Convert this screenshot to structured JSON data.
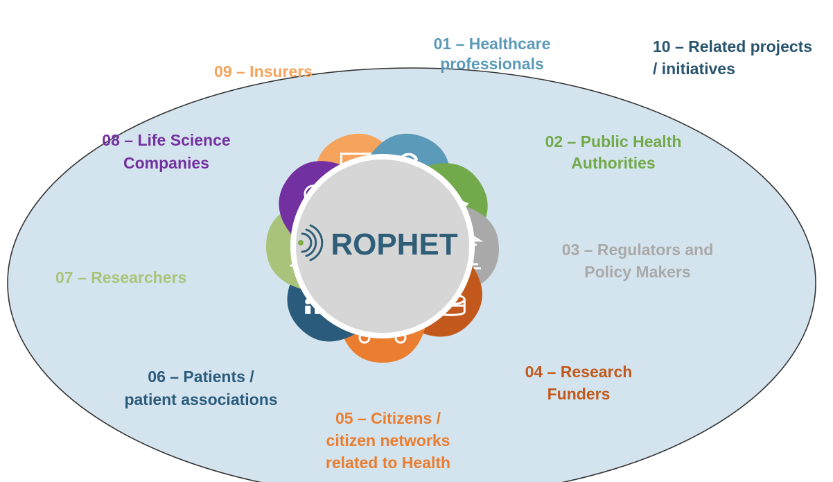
{
  "logo": {
    "text": "ROPHET"
  },
  "colors": {
    "ellipse_fill": "#d4e4ee",
    "ellipse_stroke": "#333333",
    "center_fill": "#d6d6d6",
    "center_border": "#ffffff",
    "logo_text": "#2f5e78",
    "logo_accent": "#7fae4a",
    "healthcare": "#5b9ab8",
    "public_health": "#72a94a",
    "regulators": "#a9a9a9",
    "funders": "#c2581c",
    "citizens": "#ea7d2f",
    "patients": "#2b5b7c",
    "researchers": "#a9c47a",
    "life_science": "#7330a0",
    "insurers": "#f6a35c",
    "related": "#28546f"
  },
  "stakeholders": [
    {
      "id": "healthcare",
      "lines": [
        "01 – Healthcare",
        "professionals"
      ],
      "icon": "doctor-icon"
    },
    {
      "id": "public_health",
      "lines": [
        "02 – Public Health",
        "Authorities"
      ],
      "icon": "hand-icon"
    },
    {
      "id": "regulators",
      "lines": [
        "03 – Regulators and",
        "Policy Makers"
      ],
      "icon": "government-building-icon"
    },
    {
      "id": "funders",
      "lines": [
        "04 – Research",
        "Funders"
      ],
      "icon": "coins-icon"
    },
    {
      "id": "citizens",
      "lines": [
        "05 – Citizens /",
        "citizen networks",
        "related to Health"
      ],
      "icon": "network-icon"
    },
    {
      "id": "patients",
      "lines": [
        "06 – Patients /",
        "patient associations"
      ],
      "icon": "people-group-icon"
    },
    {
      "id": "researchers",
      "lines": [
        "07 – Researchers"
      ],
      "icon": "microscope-icon"
    },
    {
      "id": "life_science",
      "lines": [
        "08 – Life Science",
        "Companies"
      ],
      "icon": "scientist-icon"
    },
    {
      "id": "insurers",
      "lines": [
        "09 – Insurers"
      ],
      "icon": "document-icon"
    }
  ],
  "related": {
    "lines": [
      "10 – Related projects",
      "/ initiatives"
    ]
  }
}
